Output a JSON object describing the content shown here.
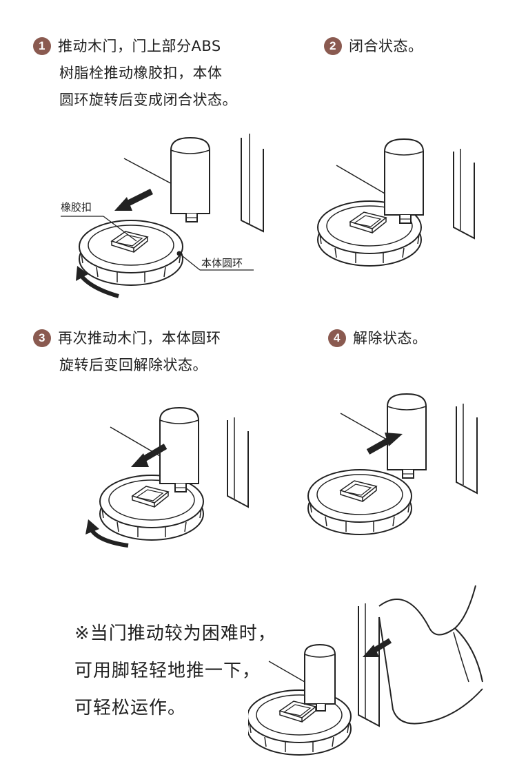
{
  "steps": [
    {
      "number": "1",
      "lines": [
        "推动木门，门上部分ABS",
        "树脂栓推动橡胶扣，本体",
        "圆环旋转后变成闭合状态。"
      ]
    },
    {
      "number": "2",
      "lines": [
        "闭合状态。"
      ]
    },
    {
      "number": "3",
      "lines": [
        "再次推动木门，本体圆环",
        "旋转后变回解除状态。"
      ]
    },
    {
      "number": "4",
      "lines": [
        "解除状态。"
      ]
    }
  ],
  "labels": {
    "rubber_buckle": "橡胶扣",
    "body_ring": "本体圆环"
  },
  "note": {
    "lines": [
      "※当门推动较为困难时，",
      "可用脚轻轻地推一下，",
      "可轻松运作。"
    ]
  },
  "colors": {
    "badge": "#8a5a50",
    "line": "#222222",
    "text": "#222222"
  }
}
